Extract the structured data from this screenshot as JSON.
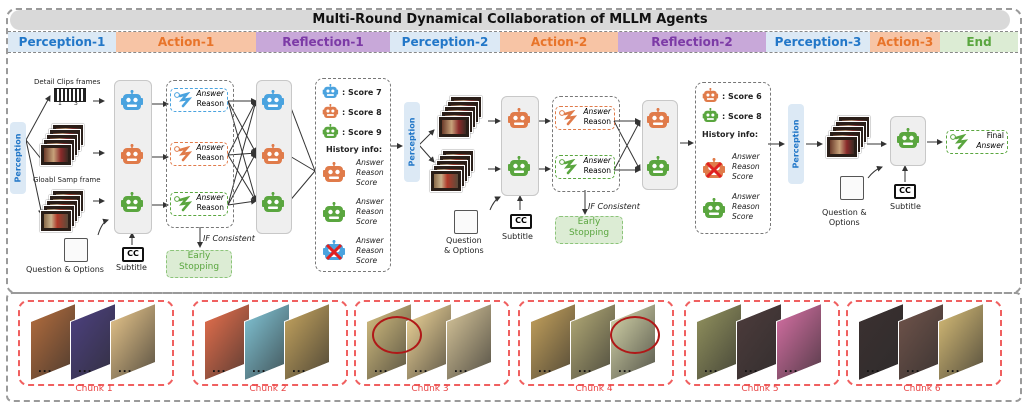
{
  "title": "Multi-Round Dynamical Collaboration of MLLM Agents",
  "phases": [
    {
      "label": "Perception-1",
      "kind": "perception"
    },
    {
      "label": "Action-1",
      "kind": "action"
    },
    {
      "label": "Reflection-1",
      "kind": "reflection"
    },
    {
      "label": "Perception-2",
      "kind": "perception"
    },
    {
      "label": "Action-2",
      "kind": "action"
    },
    {
      "label": "Reflection-2",
      "kind": "reflection"
    },
    {
      "label": "Perception-3",
      "kind": "perception"
    },
    {
      "label": "Action-3",
      "kind": "action"
    },
    {
      "label": "End",
      "kind": "end"
    }
  ],
  "colors": {
    "blue_agent": "#4aa3df",
    "orange_agent": "#e07b4a",
    "green_agent": "#5aa63f",
    "reject_cross": "#e02020",
    "chunk_border": "#f06060",
    "highlight_circle": "#b01818"
  },
  "round1": {
    "perception_tag": "Perception",
    "detail_clips_label": "Detail Clips frames",
    "clip_indices": [
      "1",
      "3"
    ],
    "global_frames_label": "Gloabl Samp frame",
    "question_label": "Question & Options",
    "subtitle_label": "Subtitle",
    "cc_label": "CC",
    "answers": [
      {
        "agent": "blue",
        "answer": "Answer",
        "reason": "Reason"
      },
      {
        "agent": "orange",
        "answer": "Answer",
        "reason": "Reason"
      },
      {
        "agent": "green",
        "answer": "Answer",
        "reason": "Reason"
      }
    ],
    "consistency_label": "IF Consistent",
    "early_stop_label": [
      "Early",
      "Stopping"
    ]
  },
  "reflection1": {
    "scores": [
      {
        "agent": "blue",
        "text": ": Score 7"
      },
      {
        "agent": "orange",
        "text": ": Score 8"
      },
      {
        "agent": "green",
        "text": ": Score 9"
      }
    ],
    "history_label": "History info:",
    "history": [
      {
        "agent": "orange",
        "lines": [
          "Answer",
          "Reason",
          "Score"
        ],
        "rejected": false
      },
      {
        "agent": "green",
        "lines": [
          "Answer",
          "Reason",
          "Score"
        ],
        "rejected": false
      },
      {
        "agent": "blue",
        "lines": [
          "Answer",
          "Reason",
          "Score"
        ],
        "rejected": true
      }
    ]
  },
  "round2": {
    "perception_tag": "Perception",
    "question_label": [
      "Question",
      "& Options"
    ],
    "subtitle_label": "Subtitle",
    "cc_label": "CC",
    "answers": [
      {
        "agent": "orange",
        "answer": "Answer",
        "reason": "Reason"
      },
      {
        "agent": "green",
        "answer": "Answer",
        "reason": "Reason"
      }
    ],
    "consistency_label": "IF Consistent",
    "early_stop_label": [
      "Early",
      "Stopping"
    ]
  },
  "reflection2": {
    "scores": [
      {
        "agent": "orange",
        "text": ": Score 6"
      },
      {
        "agent": "green",
        "text": ": Score 8"
      }
    ],
    "history_label": "History info:",
    "history": [
      {
        "agent": "orange",
        "lines": [
          "Answer",
          "Reason",
          "Score"
        ],
        "rejected": true
      },
      {
        "agent": "green",
        "lines": [
          "Answer",
          "Reason",
          "Score"
        ],
        "rejected": false
      }
    ]
  },
  "round3": {
    "perception_tag": "Perception",
    "question_label": [
      "Question &",
      "Options"
    ],
    "subtitle_label": "Subtitle",
    "cc_label": "CC",
    "final_answer": [
      "Final",
      "Answer"
    ]
  },
  "chunks": [
    {
      "label": "Chunk 1",
      "highlight": false,
      "colors": [
        "#a9683c",
        "#4a3f7a",
        "#d8b983"
      ]
    },
    {
      "label": "Chunk 2",
      "highlight": false,
      "colors": [
        "#d86a4a",
        "#7ab8c8",
        "#b89a5a"
      ]
    },
    {
      "label": "Chunk 3",
      "highlight": true,
      "colors": [
        "#c8b47a",
        "#e0c890",
        "#c8b890"
      ]
    },
    {
      "label": "Chunk 4",
      "highlight": true,
      "colors": [
        "#b89858",
        "#a8a070",
        "#c8c8a0"
      ]
    },
    {
      "label": "Chunk 5",
      "highlight": false,
      "colors": [
        "#8a8a5a",
        "#4a3a3a",
        "#c86a9a"
      ]
    },
    {
      "label": "Chunk 6",
      "highlight": false,
      "colors": [
        "#3a3030",
        "#6a5048",
        "#c8b070"
      ]
    }
  ],
  "ellipsis": "..."
}
